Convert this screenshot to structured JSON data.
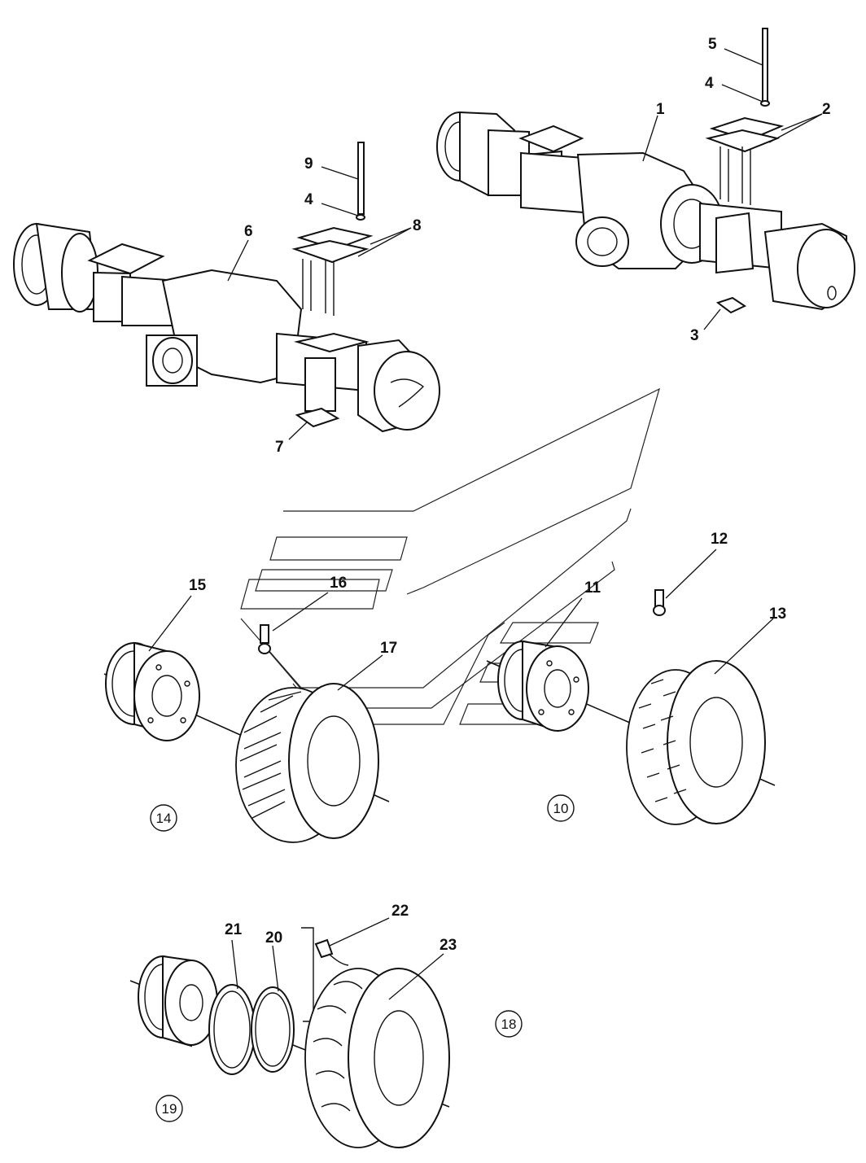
{
  "labels": {
    "l1": "1",
    "l2": "2",
    "l3": "3",
    "l4a": "4",
    "l4b": "4",
    "l5": "5",
    "l6": "6",
    "l7": "7",
    "l8": "8",
    "l9": "9",
    "l11": "11",
    "l12": "12",
    "l13": "13",
    "l15": "15",
    "l16": "16",
    "l17": "17",
    "l20": "20",
    "l21": "21",
    "l22": "22",
    "l23": "23"
  },
  "circled": {
    "c10": "10",
    "c14": "14",
    "c18": "18",
    "c19": "19"
  },
  "colors": {
    "line": "#111111",
    "background": "#ffffff"
  }
}
